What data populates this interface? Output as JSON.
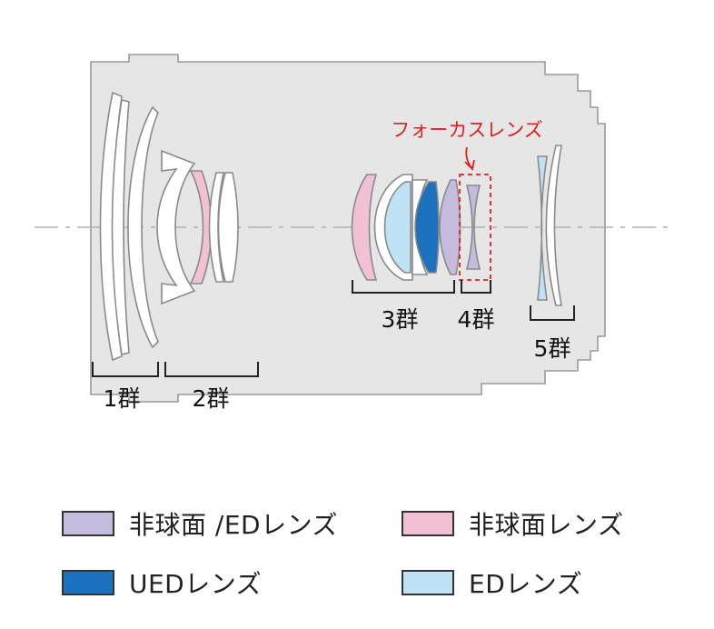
{
  "focus_label": "フォーカスレンズ",
  "groups": [
    "1群",
    "2群",
    "3群",
    "4群",
    "5群"
  ],
  "legend": [
    {
      "text": "非球面 /EDレンズ",
      "color": "#c4bbdd"
    },
    {
      "text": "非球面レンズ",
      "color": "#f2c1d6"
    },
    {
      "text": "UEDレンズ",
      "color": "#1c72bd"
    },
    {
      "text": "EDレンズ",
      "color": "#bfe3f4"
    }
  ],
  "colors": {
    "barrel": "#e6e6e6",
    "barrel_stroke": "#9a9a9a",
    "axis": "#b0b0b0",
    "highlight": "#e02020",
    "plain_lens": "#ffffff"
  }
}
